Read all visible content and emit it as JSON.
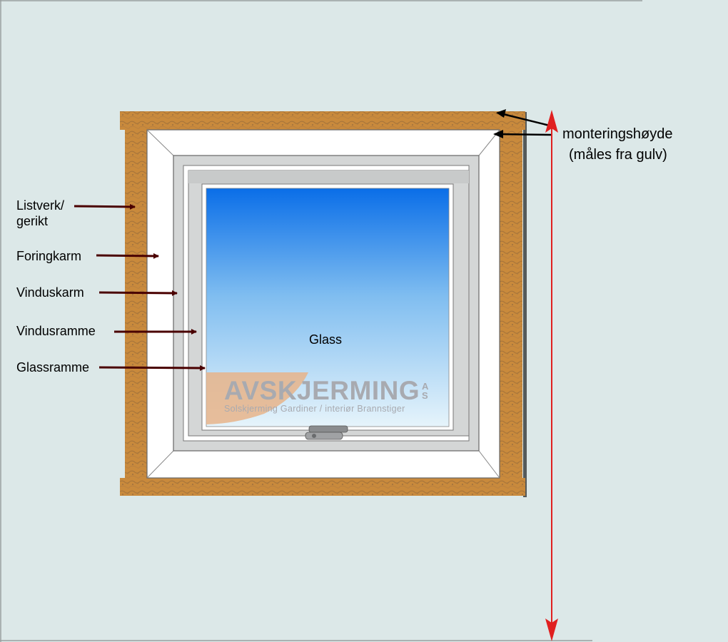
{
  "labels": {
    "listverk_line1": "Listverk/",
    "listverk_line2": "gerikt",
    "foringkarm": "Foringkarm",
    "vinduskarm": "Vinduskarm",
    "vindusramme": "Vindusramme",
    "glassramme": "Glassramme",
    "glass": "Glass",
    "monteringshoyde_line1": "monteringshøyde",
    "monteringshoyde_line2": "(måles fra gulv)"
  },
  "watermark": {
    "brand": "AVSKJERMING",
    "suffix_a": "A",
    "suffix_s": "S",
    "tagline": "Solskjerming Gardiner / interiør Brannstiger"
  },
  "colors": {
    "wall": "#dce8e8",
    "wood": "#c98a3c",
    "frame_white": "#ffffff",
    "frame_grey": "#d4d6d6",
    "glass_top": "#0a6ee8",
    "glass_bottom": "#e6f4fb",
    "label_arrow": "#4a0000",
    "measure_arrow": "#e02020",
    "watermark_swoosh": "#e7b48a"
  }
}
